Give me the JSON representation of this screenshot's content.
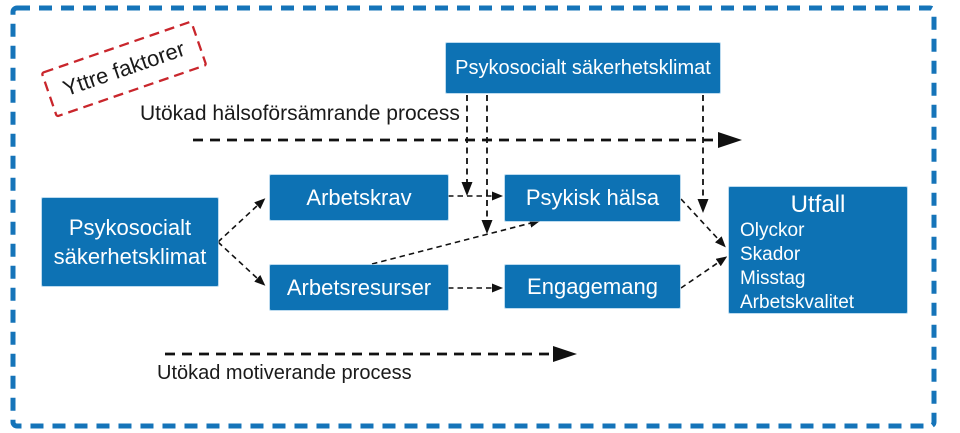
{
  "labels": {
    "external_factors": "Yttre faktorer",
    "top_process": "Utökad hälsoförsämrande process",
    "bottom_process": "Utökad motiverande process"
  },
  "nodes": {
    "psc_top": "Psykosocialt säkerhetsklimat",
    "psc_left": "Psykosocialt säkerhetsklimat",
    "arbetskrav": "Arbetskrav",
    "arbetsresurser": "Arbetsresurser",
    "psykisk_halsa": "Psykisk hälsa",
    "engagemang": "Engagemang",
    "utfall": {
      "title": "Utfall",
      "items": [
        "Olyckor",
        "Skador",
        "Misstag",
        "Arbetskvalitet"
      ]
    }
  },
  "colors": {
    "node_blue": "#0d72b4",
    "border_blue": "#1574b9",
    "external_red": "#c9262c",
    "arrow_black": "#111111",
    "node_text": "#ffffff",
    "label_text": "#1a1a1a"
  }
}
